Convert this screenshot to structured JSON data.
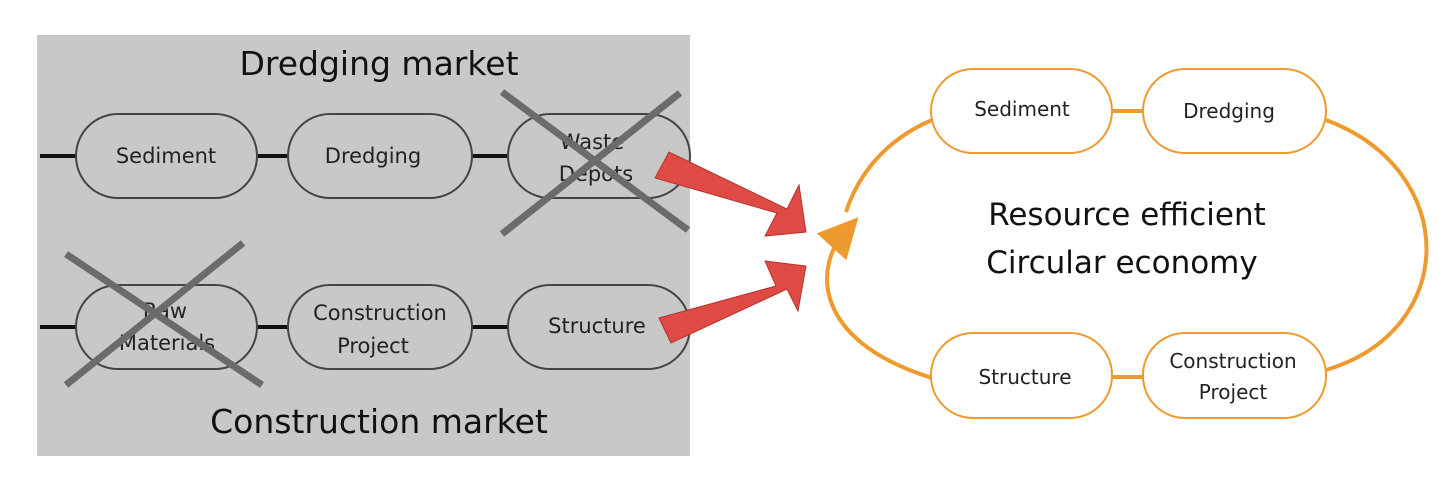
{
  "left": {
    "dredging_title": "Dredging market",
    "construction_title": "Construction market",
    "dredging_chain": {
      "sediment": "Sediment",
      "dredging": "Dredging",
      "waste_depots": [
        "Waste",
        "Depots"
      ]
    },
    "construction_chain": {
      "raw_materials": [
        "Raw",
        "Materials"
      ],
      "construction_project": [
        "Construction",
        "Project"
      ],
      "structure": "Structure"
    }
  },
  "right": {
    "center_lines": [
      "Resource efficient",
      "Circular economy"
    ],
    "nodes": {
      "sediment": "Sediment",
      "dredging": "Dredging",
      "structure": "Structure",
      "construction_project": [
        "Construction",
        "Project"
      ]
    }
  },
  "colors": {
    "panel_bg": "#c8c8c8",
    "cross": "#6b6b6b",
    "arrow": "#e04a44",
    "cycle": "#ee9a2e"
  }
}
